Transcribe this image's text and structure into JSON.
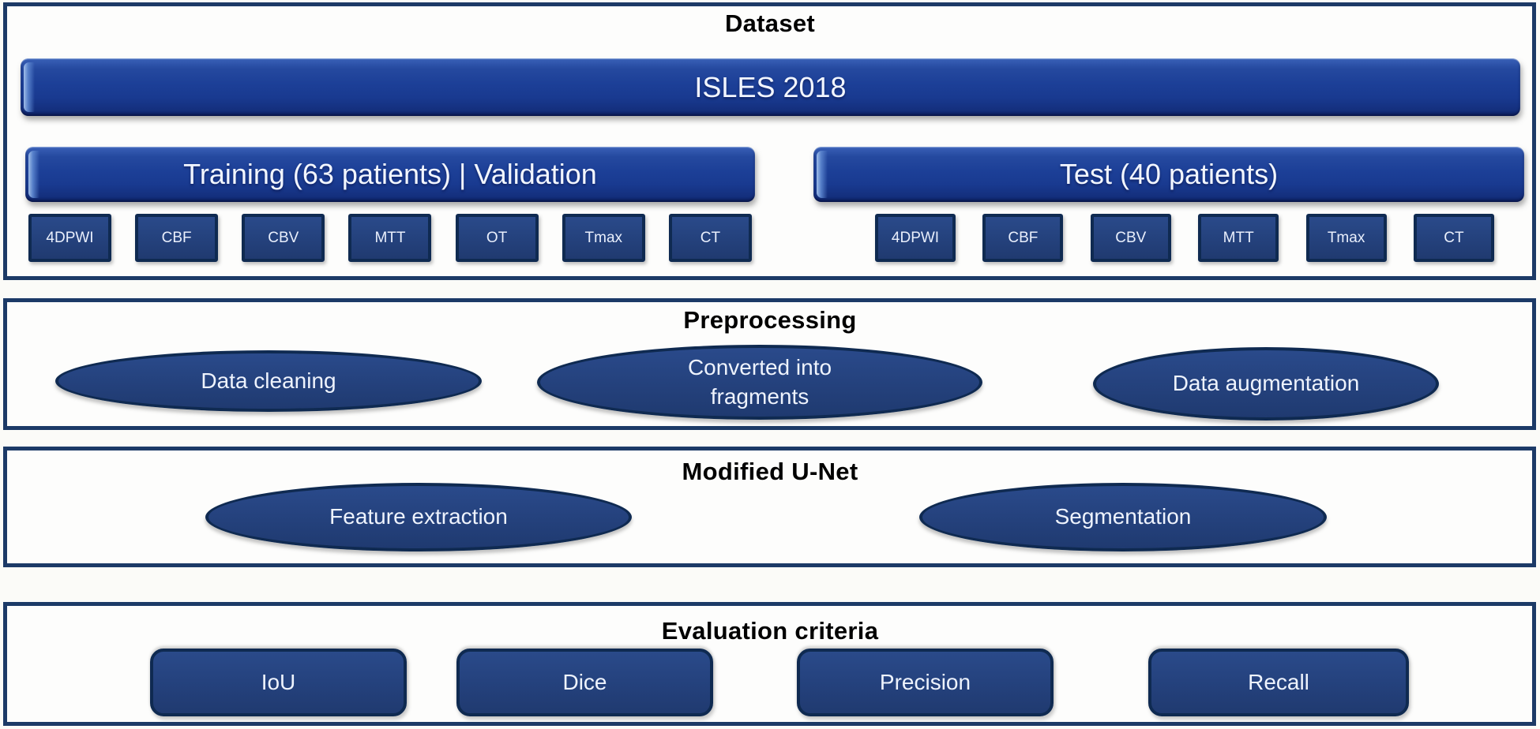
{
  "diagram": {
    "dataset": {
      "title": "Dataset",
      "source_bar": "ISLES 2018",
      "training_bar": "Training (63 patients) | Validation",
      "test_bar": "Test (40 patients)",
      "training_modalities": [
        "4DPWI",
        "CBF",
        "CBV",
        "MTT",
        "OT",
        "Tmax",
        "CT"
      ],
      "test_modalities": [
        "4DPWI",
        "CBF",
        "CBV",
        "MTT",
        "Tmax",
        "CT"
      ]
    },
    "preprocessing": {
      "title": "Preprocessing",
      "steps": [
        "Data cleaning",
        "Converted into fragments",
        "Data augmentation"
      ]
    },
    "model": {
      "title": "Modified U-Net",
      "steps": [
        "Feature extraction",
        "Segmentation"
      ]
    },
    "evaluation": {
      "title": "Evaluation criteria",
      "metrics": [
        "IoU",
        "Dice",
        "Precision",
        "Recall"
      ]
    }
  },
  "colors": {
    "section_border": "#1c3a67",
    "glossy_bar_blue": "#1d3f97",
    "shape_fill": "#24417c",
    "shape_border": "#0f2a51",
    "title_text": "#000000",
    "shape_text": "#eef3fd"
  }
}
